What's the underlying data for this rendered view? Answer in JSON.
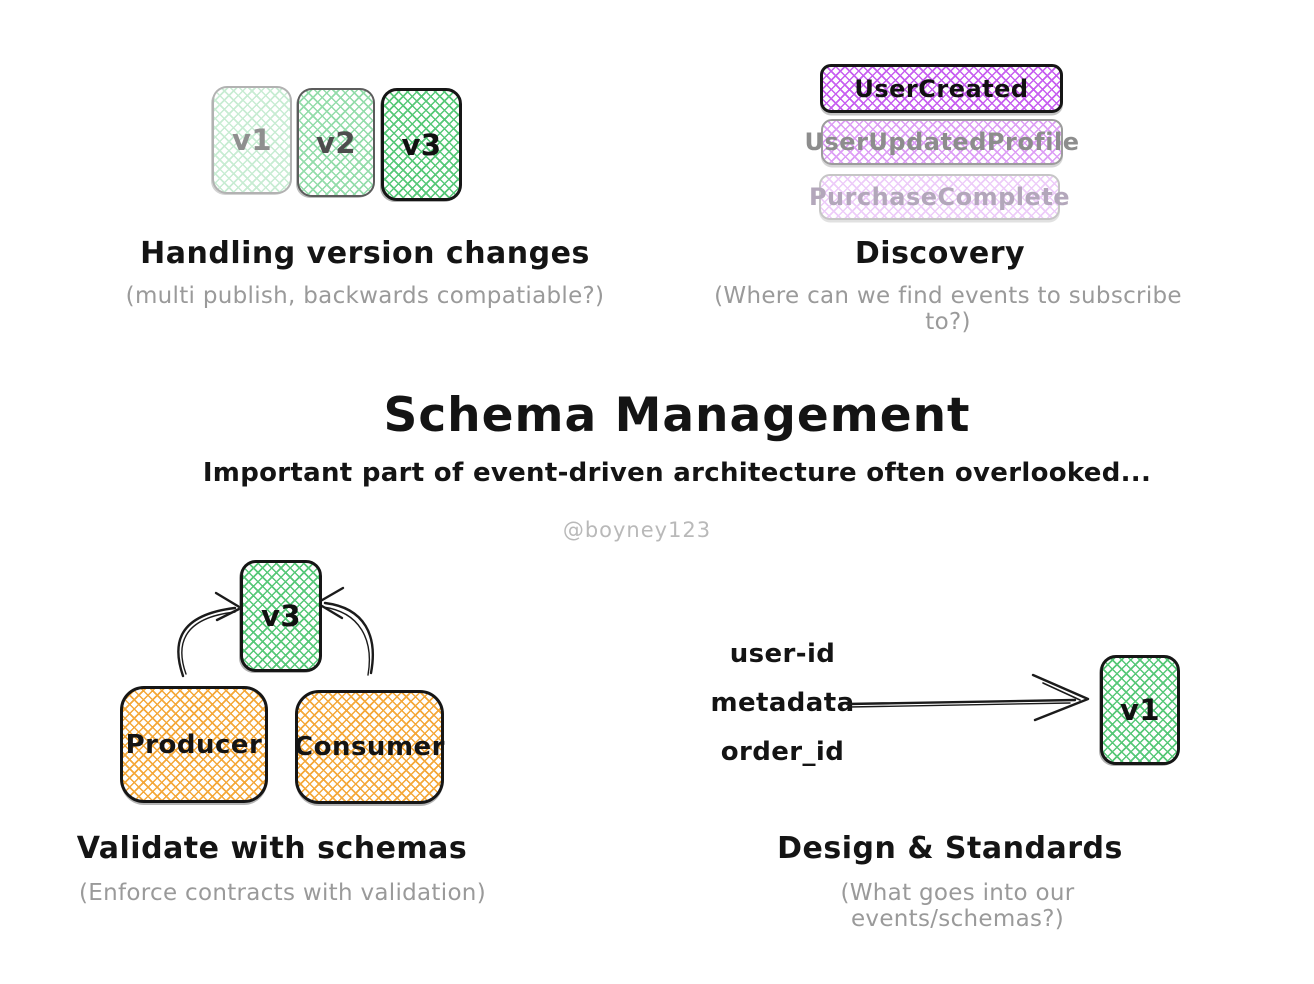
{
  "colors": {
    "green_strong": "#57c878",
    "green_medium": "#93dcaa",
    "green_light": "#c8ecd3",
    "purple_strong": "#c75ff0",
    "purple_medium": "#dd9ef5",
    "purple_light": "#edccf9",
    "orange": "#f4a83a",
    "gray_caption": "#9a9a9a",
    "credit_gray": "#b9b9b9"
  },
  "center": {
    "title": "Schema Management",
    "subtitle": "Important part of event-driven architecture often overlooked...",
    "credit": "@boyney123"
  },
  "sections": {
    "versioning": {
      "cards": [
        "v1",
        "v2",
        "v3"
      ],
      "title": "Handling version changes",
      "subtitle": "(multi publish, backwards compatiable?)"
    },
    "discovery": {
      "pills": [
        "UserCreated",
        "UserUpdatedProfile",
        "PurchaseComplete"
      ],
      "title": "Discovery",
      "subtitle": "(Where can we find events to subscribe to?)"
    },
    "validation": {
      "schema_card": "v3",
      "producer": "Producer",
      "consumer": "Consumer",
      "title": "Validate with schemas",
      "subtitle": "(Enforce contracts with validation)"
    },
    "design": {
      "fields": [
        "user-id",
        "metadata",
        "order_id"
      ],
      "schema_card": "v1",
      "title": "Design & Standards",
      "subtitle": "(What goes into our events/schemas?)"
    }
  }
}
